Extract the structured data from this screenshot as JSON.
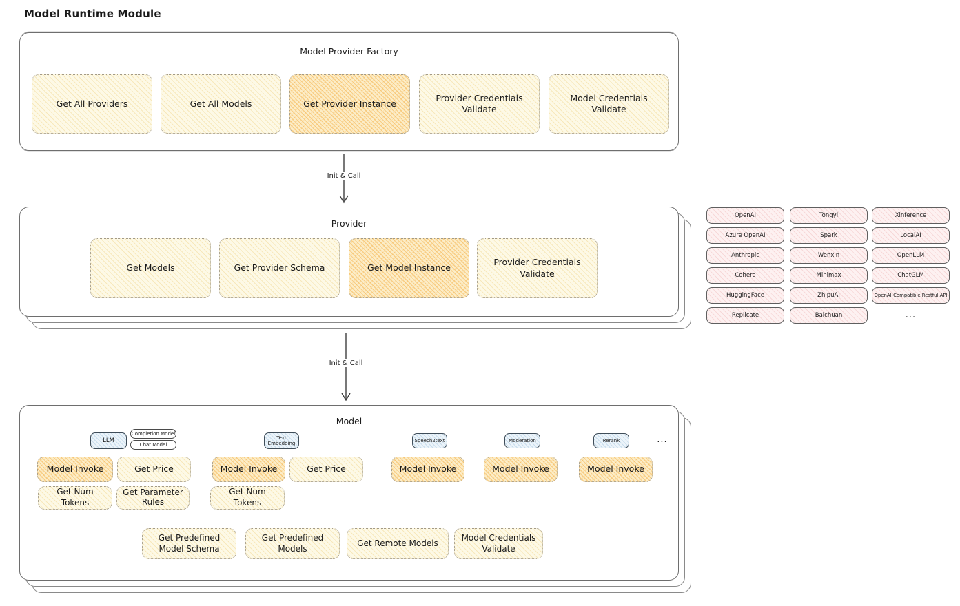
{
  "page_title": "Model Runtime Module",
  "colors": {
    "node_yellow": "#fdf9e6",
    "node_orange_highlight": "#fbe4ae",
    "provider_pink": "#fdf1f1",
    "tab_blue": "#ecf4fa",
    "outline": "#6e6e6e"
  },
  "arrows": {
    "first": {
      "label": "Init & Call"
    },
    "second": {
      "label": "Init & Call"
    }
  },
  "factory": {
    "title": "Model Provider Factory",
    "buttons": [
      {
        "label": "Get All Providers"
      },
      {
        "label": "Get All Models"
      },
      {
        "label": "Get Provider Instance"
      },
      {
        "label": "Provider Credentials Validate"
      },
      {
        "label": "Model Credentials Validate"
      }
    ]
  },
  "provider": {
    "title": "Provider",
    "buttons": [
      {
        "label": "Get Models"
      },
      {
        "label": "Get Provider Schema"
      },
      {
        "label": "Get Model Instance"
      },
      {
        "label": "Provider Credentials Validate"
      }
    ]
  },
  "provider_list": {
    "items": [
      "OpenAI",
      "Tongyi",
      "Xinference",
      "Azure OpenAI",
      "Spark",
      "LocalAI",
      "Anthropic",
      "Wenxin",
      "OpenLLM",
      "Cohere",
      "Minimax",
      "ChatGLM",
      "HuggingFace",
      "ZhipuAI",
      "OpenAI-Compatible Restful API",
      "Replicate",
      "Baichuan"
    ],
    "more": "..."
  },
  "model": {
    "title": "Model",
    "tabs": {
      "llm": "LLM",
      "completion": "Completion Model",
      "chat": "Chat Model",
      "text_embedding": "Text Embedding",
      "speech2text": "Speech2text",
      "moderation": "Moderation",
      "rerank": "Rerank",
      "more": "..."
    },
    "buttons": {
      "llm_invoke": "Model Invoke",
      "llm_get_price": "Get Price",
      "llm_get_num_tokens": "Get Num Tokens",
      "llm_get_parameter_rules": "Get Parameter Rules",
      "embedding_invoke": "Model Invoke",
      "embedding_get_price": "Get Price",
      "embedding_get_num_tokens": "Get Num Tokens",
      "speech2text_invoke": "Model Invoke",
      "moderation_invoke": "Model Invoke",
      "rerank_invoke": "Model Invoke",
      "get_predefined_model_schema": "Get Predefined Model Schema",
      "get_predefined_models": "Get Predefined Models",
      "get_remote_models": "Get Remote Models",
      "model_credentials_validate": "Model Credentials Validate"
    }
  }
}
